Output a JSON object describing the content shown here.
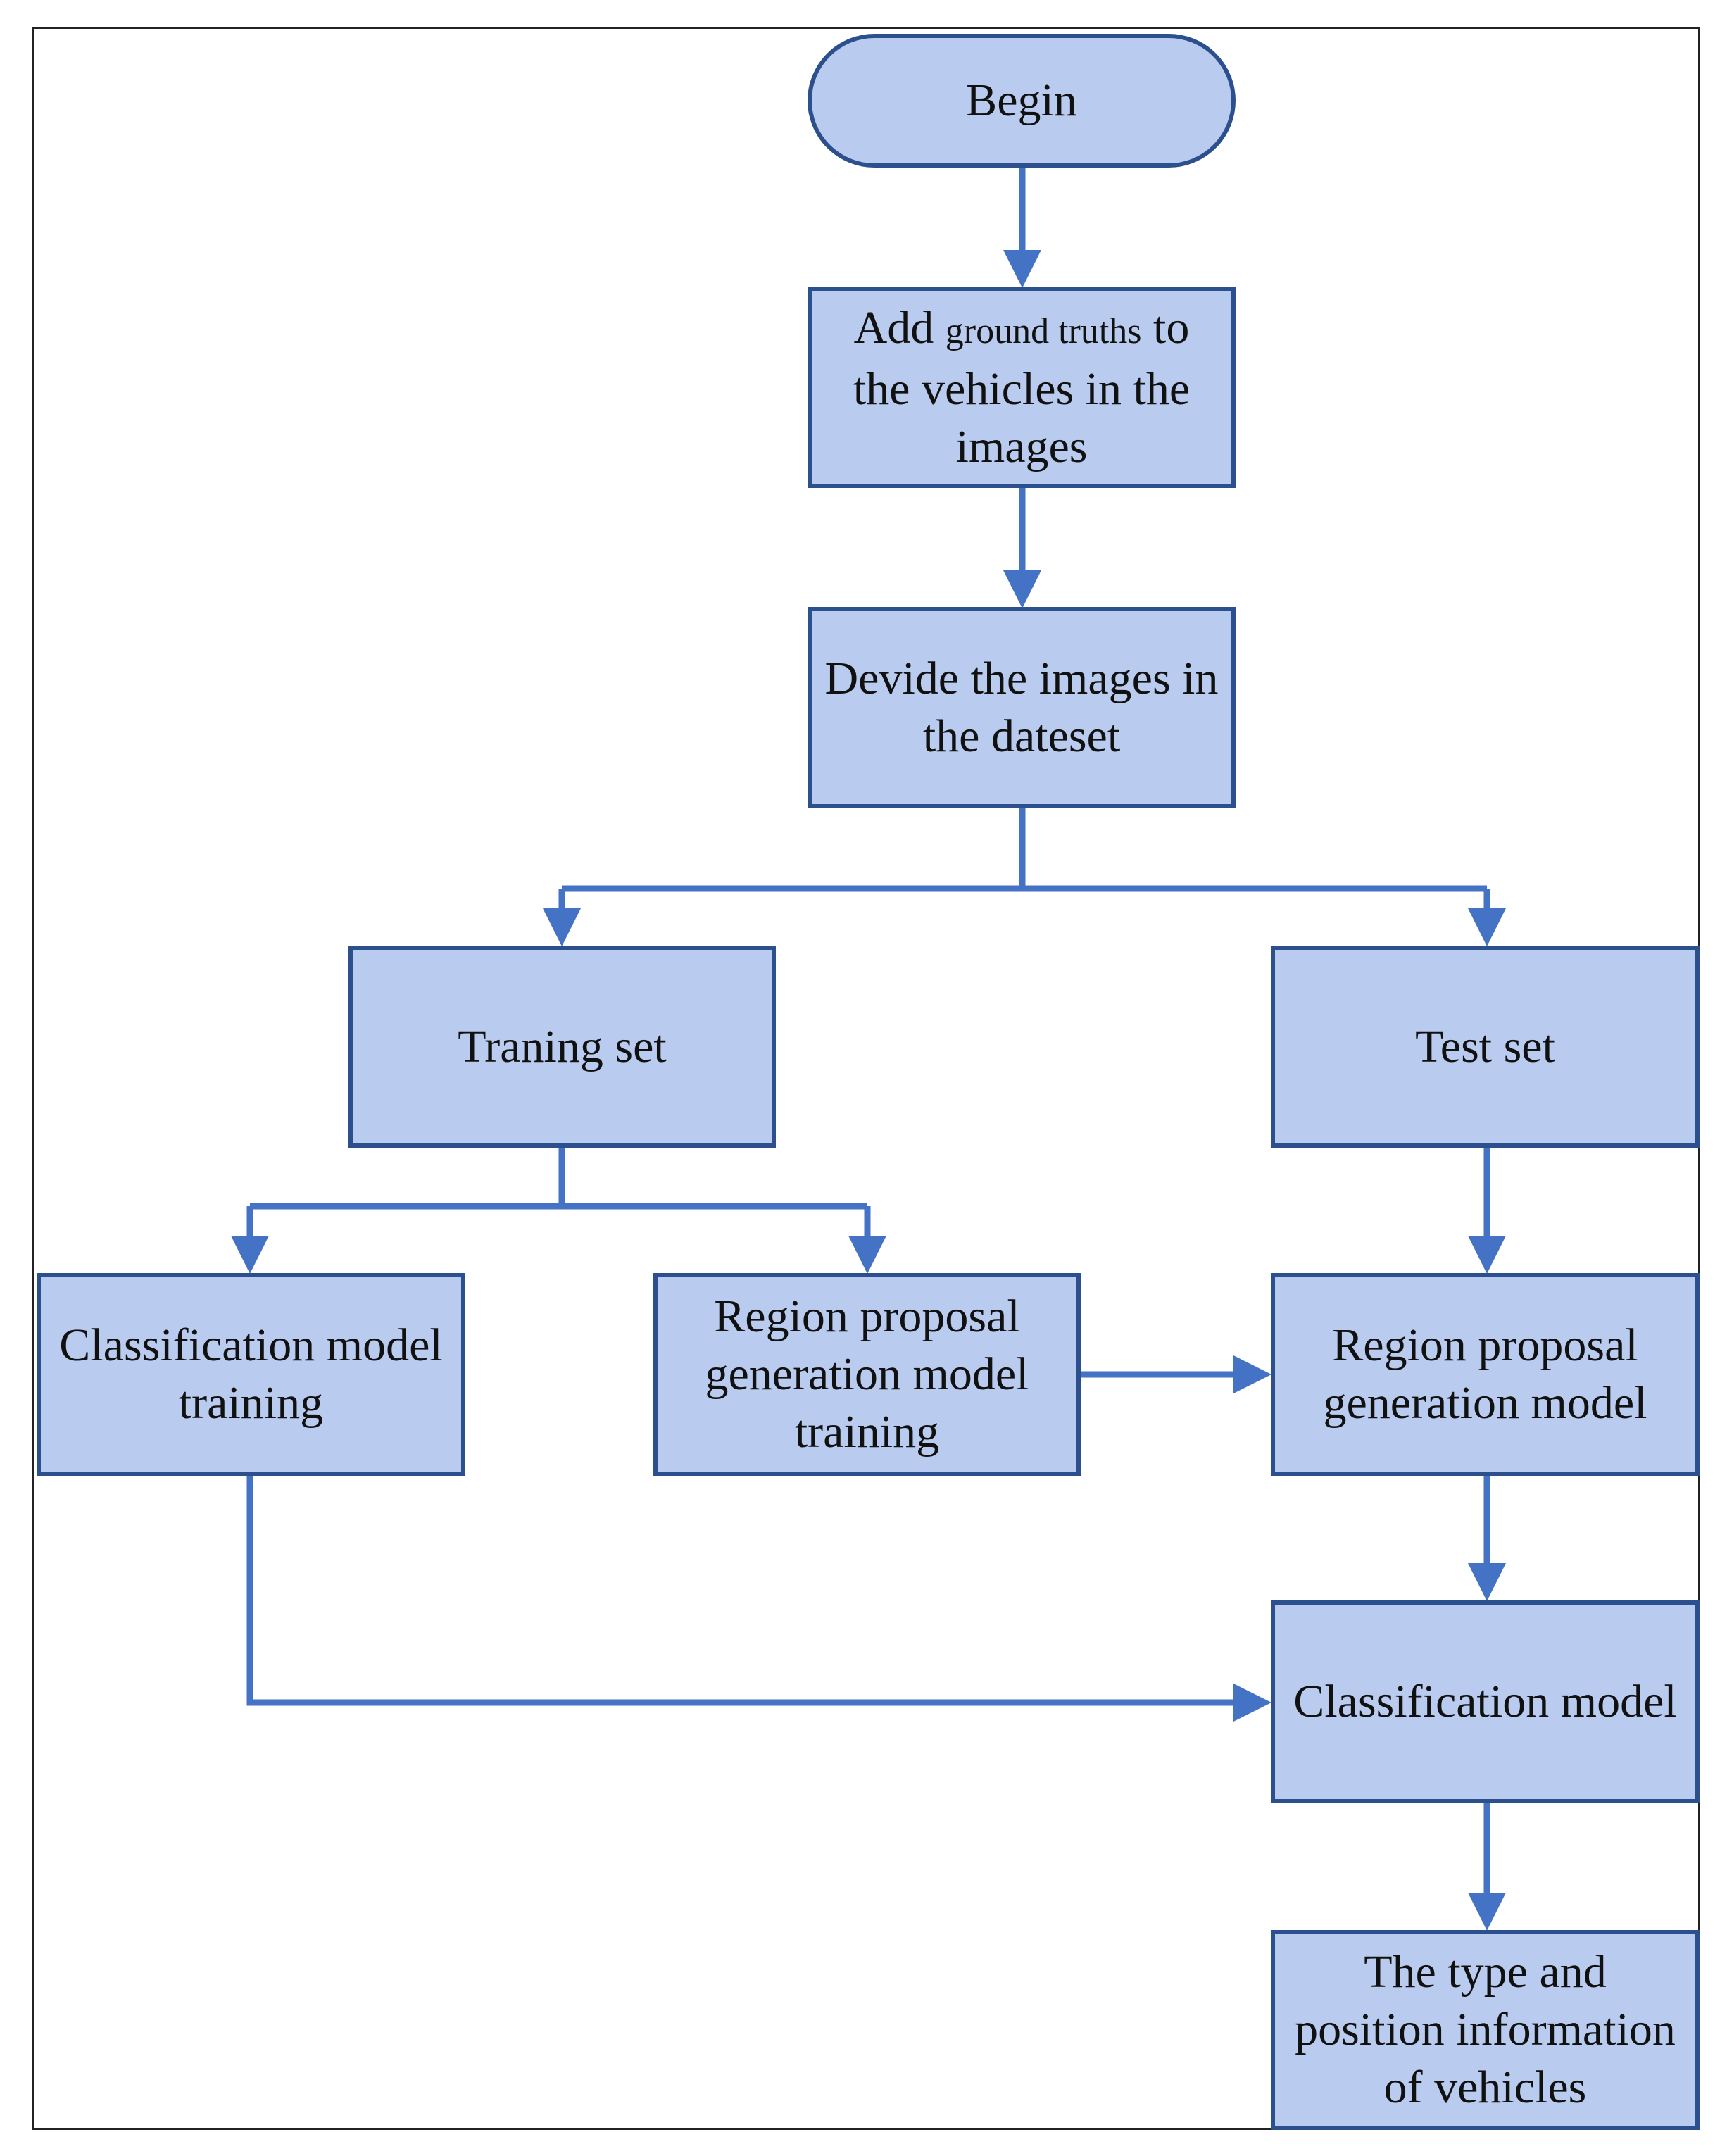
{
  "flowchart": {
    "begin": "Begin",
    "add_ground_truths": {
      "part1": "Add ",
      "part2": "ground truths",
      "part3": " to the vehicles in the images"
    },
    "divide_images": "Devide the images in the dateset",
    "training_set": "Traning set",
    "test_set": "Test set",
    "classification_model_training": "Classification model training",
    "region_proposal_model_training": "Region proposal generation model training",
    "region_proposal_model": "Region proposal generation model",
    "classification_model": "Classification model",
    "output": "The type and position information of vehicles"
  },
  "colors": {
    "node_fill": "#b9cbee",
    "node_border": "#2c4f8e",
    "arrow": "#4472c4"
  }
}
